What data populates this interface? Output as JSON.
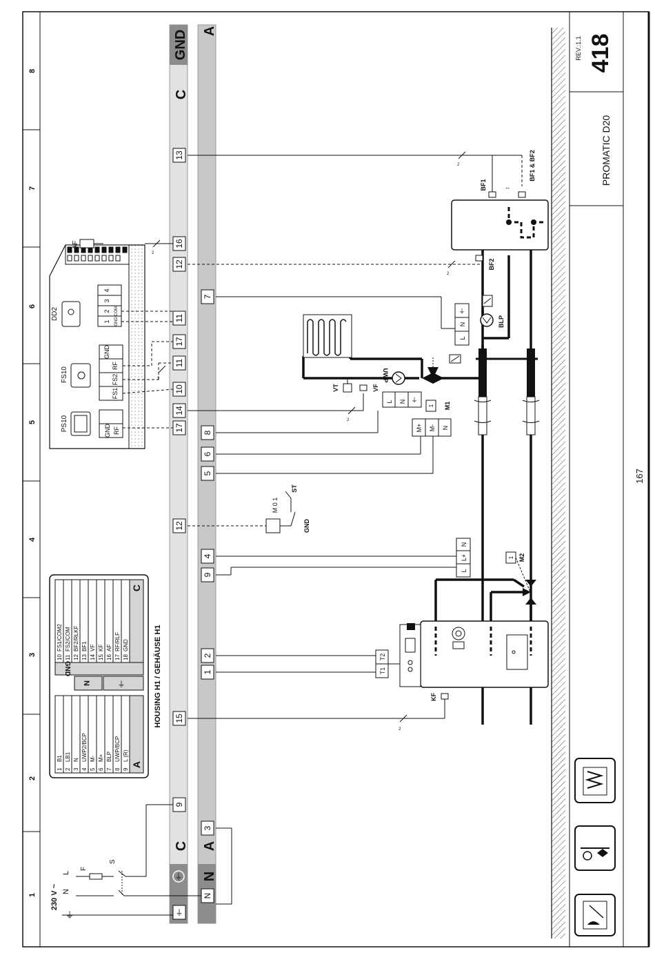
{
  "page_number": "167",
  "title_block": {
    "rev": "REV.:1.1",
    "number": "418",
    "product": "PROMATIC D20"
  },
  "grid_numbers": [
    "1",
    "2",
    "3",
    "4",
    "5",
    "6",
    "7",
    "8"
  ],
  "supply": {
    "voltage": "230 V ~",
    "N": "N",
    "L": "L",
    "F": "F",
    "S": "S"
  },
  "housing_title": "HOUSING H1 / GEHÄUSE H1",
  "rails": {
    "C": "C",
    "A": "A",
    "GND": "GND",
    "N": "N"
  },
  "terminals_C": [
    "9",
    "15",
    "12",
    "17",
    "10",
    "11",
    "17",
    "11",
    "12",
    "16",
    "13",
    "14"
  ],
  "terminals_A": [
    "3",
    "1",
    "2",
    "9",
    "4",
    "5",
    "6",
    "8",
    "7"
  ],
  "legend": {
    "A_title": "A",
    "A_rows": [
      {
        "n": "1",
        "l": "B1"
      },
      {
        "n": "2",
        "l": "LB1"
      },
      {
        "n": "3",
        "l": "N"
      },
      {
        "n": "4",
        "l": "UWP2/BCP"
      },
      {
        "n": "5",
        "l": "M-"
      },
      {
        "n": "6",
        "l": "M+"
      },
      {
        "n": "7",
        "l": "BLP"
      },
      {
        "n": "8",
        "l": "UWP/BCP"
      },
      {
        "n": "9",
        "l": "L (R)"
      }
    ],
    "C_title": "C",
    "C_rows": [
      {
        "n": "10",
        "l": "FS1/COM2"
      },
      {
        "n": "11",
        "l": "FS2/COM"
      },
      {
        "n": "12",
        "l": "BF2/RLKF"
      },
      {
        "n": "13",
        "l": "BF1"
      },
      {
        "n": "14",
        "l": "VF"
      },
      {
        "n": "15",
        "l": "KF"
      },
      {
        "n": "16",
        "l": "AF"
      },
      {
        "n": "17",
        "l": "RF/RLF"
      },
      {
        "n": "18",
        "l": "GND"
      }
    ],
    "GND": "GND",
    "N": "N"
  },
  "devices": {
    "PS10": "PS10",
    "FS10": "FS10",
    "DD2": "DD2",
    "AF": "AF",
    "PS10_pins": [
      "GND",
      "RF"
    ],
    "FS10_pins": [
      "GND",
      "RF",
      "FS2",
      "FS1"
    ],
    "DD2_pins": [
      "1",
      "2",
      "3",
      "4"
    ],
    "DD2_sub": [
      "GND",
      "COM"
    ]
  },
  "labels": {
    "M01": "M 0 1",
    "ST": "ST",
    "GND": "GND",
    "M1": "M1",
    "M2": "M2",
    "UWP": "UWP",
    "BLP": "BLP",
    "VT": "VT",
    "VF": "VF",
    "KF": "KF",
    "BF1": "BF1",
    "BF2": "BF2",
    "BF1BF2": "BF1 & BF2",
    "T1": "T1",
    "T2": "T2",
    "L": "L",
    "N": "N",
    "Lplus": "L+",
    "Mplus": "M+",
    "Mminus": "M-",
    "one": "1",
    "two": "2"
  }
}
